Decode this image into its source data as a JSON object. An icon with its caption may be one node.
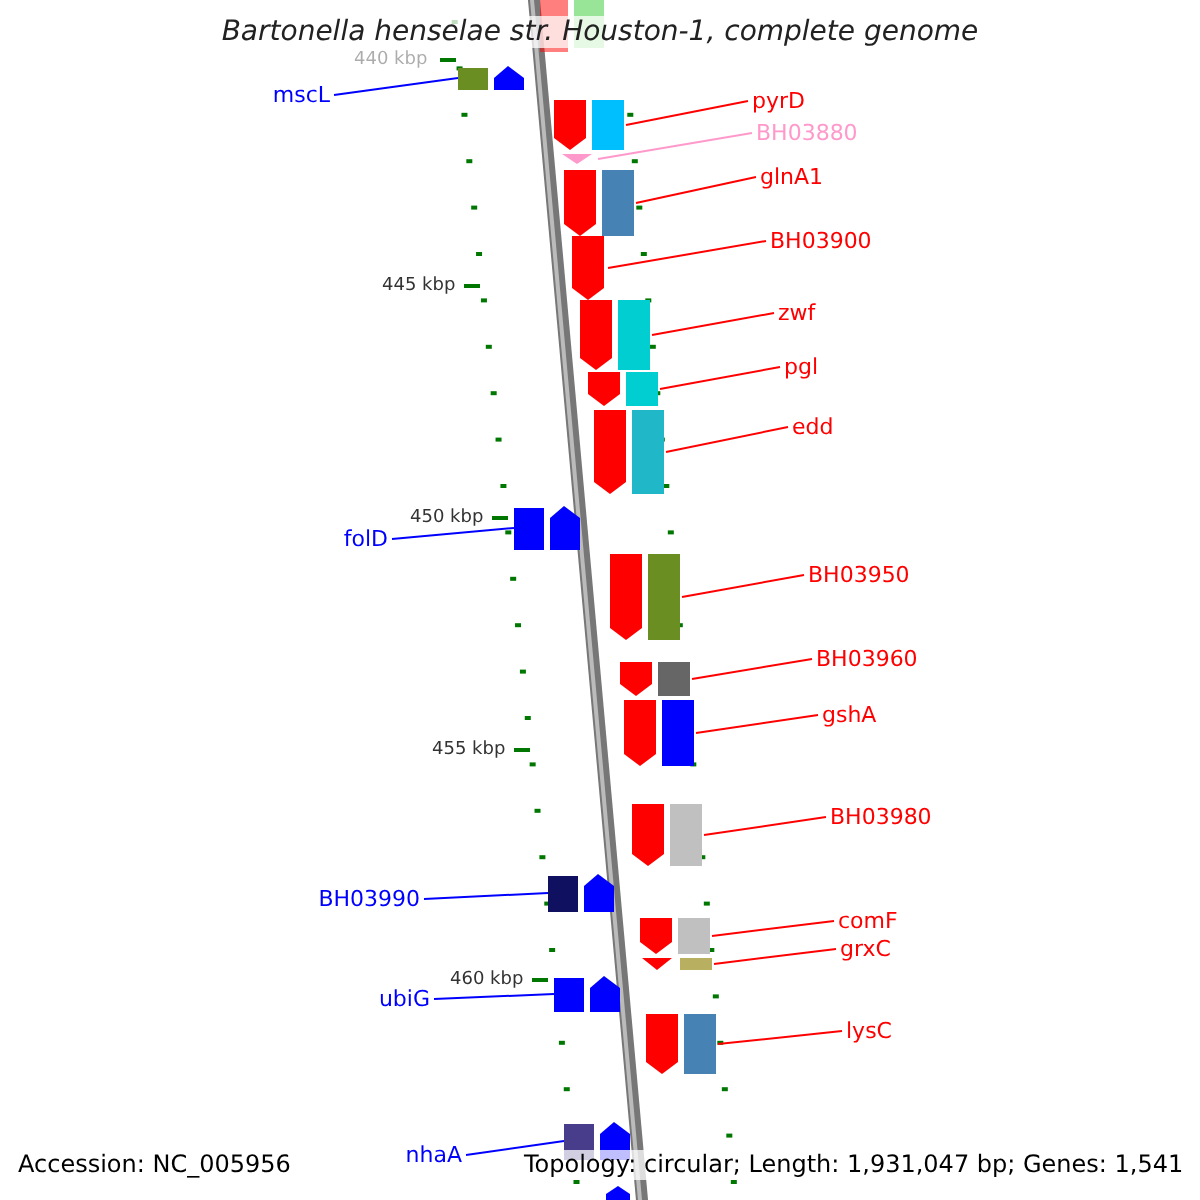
{
  "diagram": {
    "title": "Bartonella henselae str. Houston-1, complete genome",
    "nodes": [
      {
        "text": [
          "mscL"
        ]
      },
      {
        "text": [],
        "shape": "arrow"
      },
      {
        "text": [
          "pyrD"
        ]
      },
      {
        "text": [],
        "shape": "arrow"
      },
      {
        "text": [
          "BH03880"
        ]
      },
      {
        "text": [],
        "shape": "arrow"
      },
      {
        "text": [
          "glnA1"
        ]
      },
      {
        "text": [],
        "shape": "arrow"
      },
      {
        "text": [
          "BH03900"
        ]
      },
      {
        "text": [],
        "shape": "arrow"
      },
      {
        "text": [
          "zwf"
        ]
      },
      {
        "text": [],
        "shape": "arrow"
      },
      {
        "text": [
          "pgl"
        ]
      },
      {
        "text": [],
        "shape": "arrow"
      },
      {
        "text": [
          "edd"
        ]
      },
      {
        "text": [],
        "shape": "arrow"
      },
      {
        "text": [
          "folD"
        ]
      },
      {
        "text": [],
        "shape": "arrow"
      },
      {
        "text": [
          "BH03950"
        ]
      },
      {
        "text": [],
        "shape": "arrow"
      },
      {
        "text": [
          "BH03960"
        ]
      },
      {
        "text": [],
        "shape": "arrow"
      },
      {
        "text": [
          "gshA"
        ]
      },
      {
        "text": [],
        "shape": "arrow"
      },
      {
        "text": [
          "BH03980"
        ]
      },
      {
        "text": [],
        "shape": "arrow"
      },
      {
        "text": [
          "BH03990"
        ]
      },
      {
        "text": [],
        "shape": "arrow"
      },
      {
        "text": [
          "comF"
        ]
      },
      {
        "text": [],
        "shape": "arrow"
      },
      {
        "text": [
          "grxC"
        ]
      },
      {
        "text": [],
        "shape": "arrow"
      },
      {
        "text": [
          "ubiG"
        ]
      },
      {
        "text": [],
        "shape": "arrow"
      },
      {
        "text": [
          "lysC"
        ]
      },
      {
        "text": [],
        "shape": "arrow"
      },
      {
        "text": [
          "nhaA"
        ]
      },
      {
        "text": [],
        "shape": "arrow"
      }
    ],
    "edges": [
      {
        "from": 0,
        "to": 1,
        "arrow": "none",
        "color": "#0000ff"
      },
      {
        "from": 2,
        "to": 3,
        "arrow": "none"
      },
      {
        "from": 4,
        "to": 5,
        "arrow": "none",
        "color": "#ff99cc"
      },
      {
        "from": 6,
        "to": 7,
        "arrow": "none"
      },
      {
        "from": 8,
        "to": 9,
        "arrow": "none"
      },
      {
        "from": 10,
        "to": 11,
        "arrow": "none"
      },
      {
        "from": 12,
        "to": 13,
        "arrow": "none"
      },
      {
        "from": 14,
        "to": 15,
        "arrow": "none"
      },
      {
        "from": 16,
        "to": 17,
        "arrow": "none",
        "color": "#0000ff"
      },
      {
        "from": 18,
        "to": 19,
        "arrow": "none"
      },
      {
        "from": 20,
        "to": 21,
        "arrow": "none"
      },
      {
        "from": 22,
        "to": 23,
        "arrow": "none"
      },
      {
        "from": 24,
        "to": 25,
        "arrow": "none"
      },
      {
        "from": 26,
        "to": 27,
        "arrow": "none",
        "color": "#0000ff"
      },
      {
        "from": 28,
        "to": 29,
        "arrow": "none"
      },
      {
        "from": 30,
        "to": 31,
        "arrow": "none"
      },
      {
        "from": 32,
        "to": 33,
        "arrow": "none",
        "color": "#0000ff"
      },
      {
        "from": 34,
        "to": 35,
        "arrow": "none"
      },
      {
        "from": 36,
        "to": 37,
        "arrow": "none",
        "color": "#0000ff"
      }
    ],
    "labels": [
      "440 kbp",
      "445 kbp",
      "450 kbp",
      "455 kbp",
      "460 kbp",
      "Accession: NC_005956",
      "Topology: circular; Length: 1,931,047 bp; Genes: 1,541"
    ]
  }
}
